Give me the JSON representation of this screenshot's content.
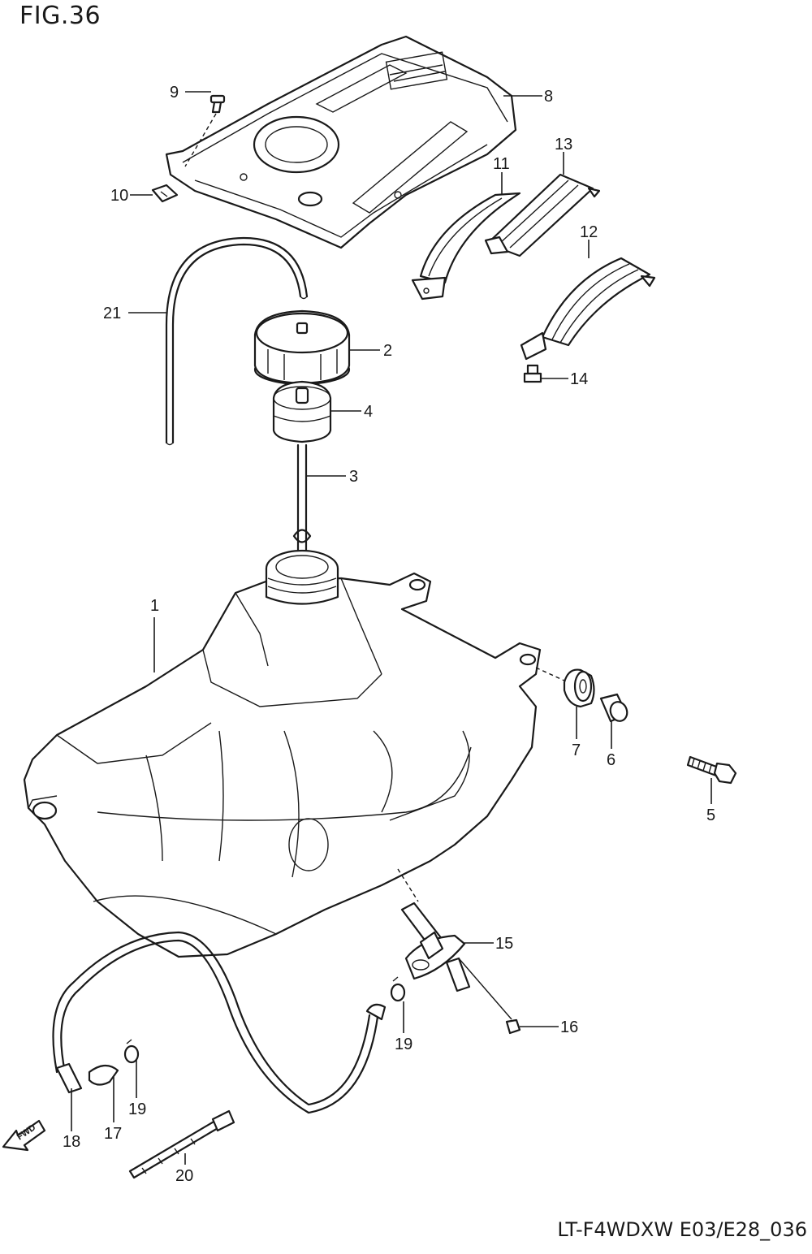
{
  "figure_label": "FIG.36",
  "drawing_code": "LT-F4WDXW E03/E28_036",
  "fwd_arrow_text": "FWD",
  "callouts": [
    "1",
    "2",
    "3",
    "4",
    "5",
    "6",
    "7",
    "8",
    "9",
    "10",
    "11",
    "12",
    "13",
    "14",
    "15",
    "16",
    "17",
    "18",
    "19",
    "19",
    "20",
    "21"
  ]
}
